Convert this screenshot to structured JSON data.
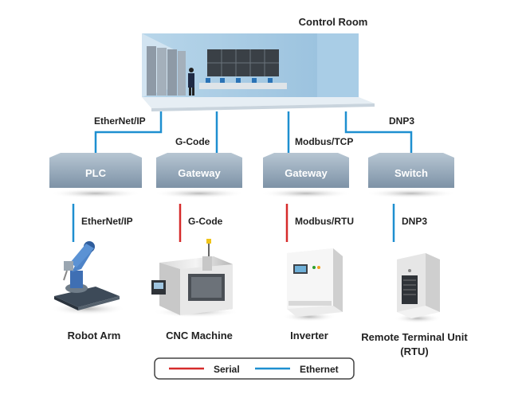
{
  "control_room": {
    "title": "Control Room"
  },
  "protocols_top": [
    "EtherNet/IP",
    "G-Code",
    "Modbus/TCP",
    "DNP3"
  ],
  "nodes": [
    "PLC",
    "Gateway",
    "Gateway",
    "Switch"
  ],
  "protocols_bottom": [
    "EtherNet/IP",
    "G-Code",
    "Modbus/RTU",
    "DNP3"
  ],
  "devices": [
    "Robot Arm",
    "CNC Machine",
    "Inverter",
    "Remote Terminal Unit",
    "(RTU)"
  ],
  "legend": {
    "serial": "Serial",
    "ethernet": "Ethernet"
  },
  "colors": {
    "ethernet": "#1e8fd0",
    "serial": "#d62b2b",
    "node": "#8fa3b5"
  },
  "icons": [
    "control-room",
    "robot-arm-icon",
    "cnc-machine-icon",
    "inverter-icon",
    "rtu-icon"
  ]
}
